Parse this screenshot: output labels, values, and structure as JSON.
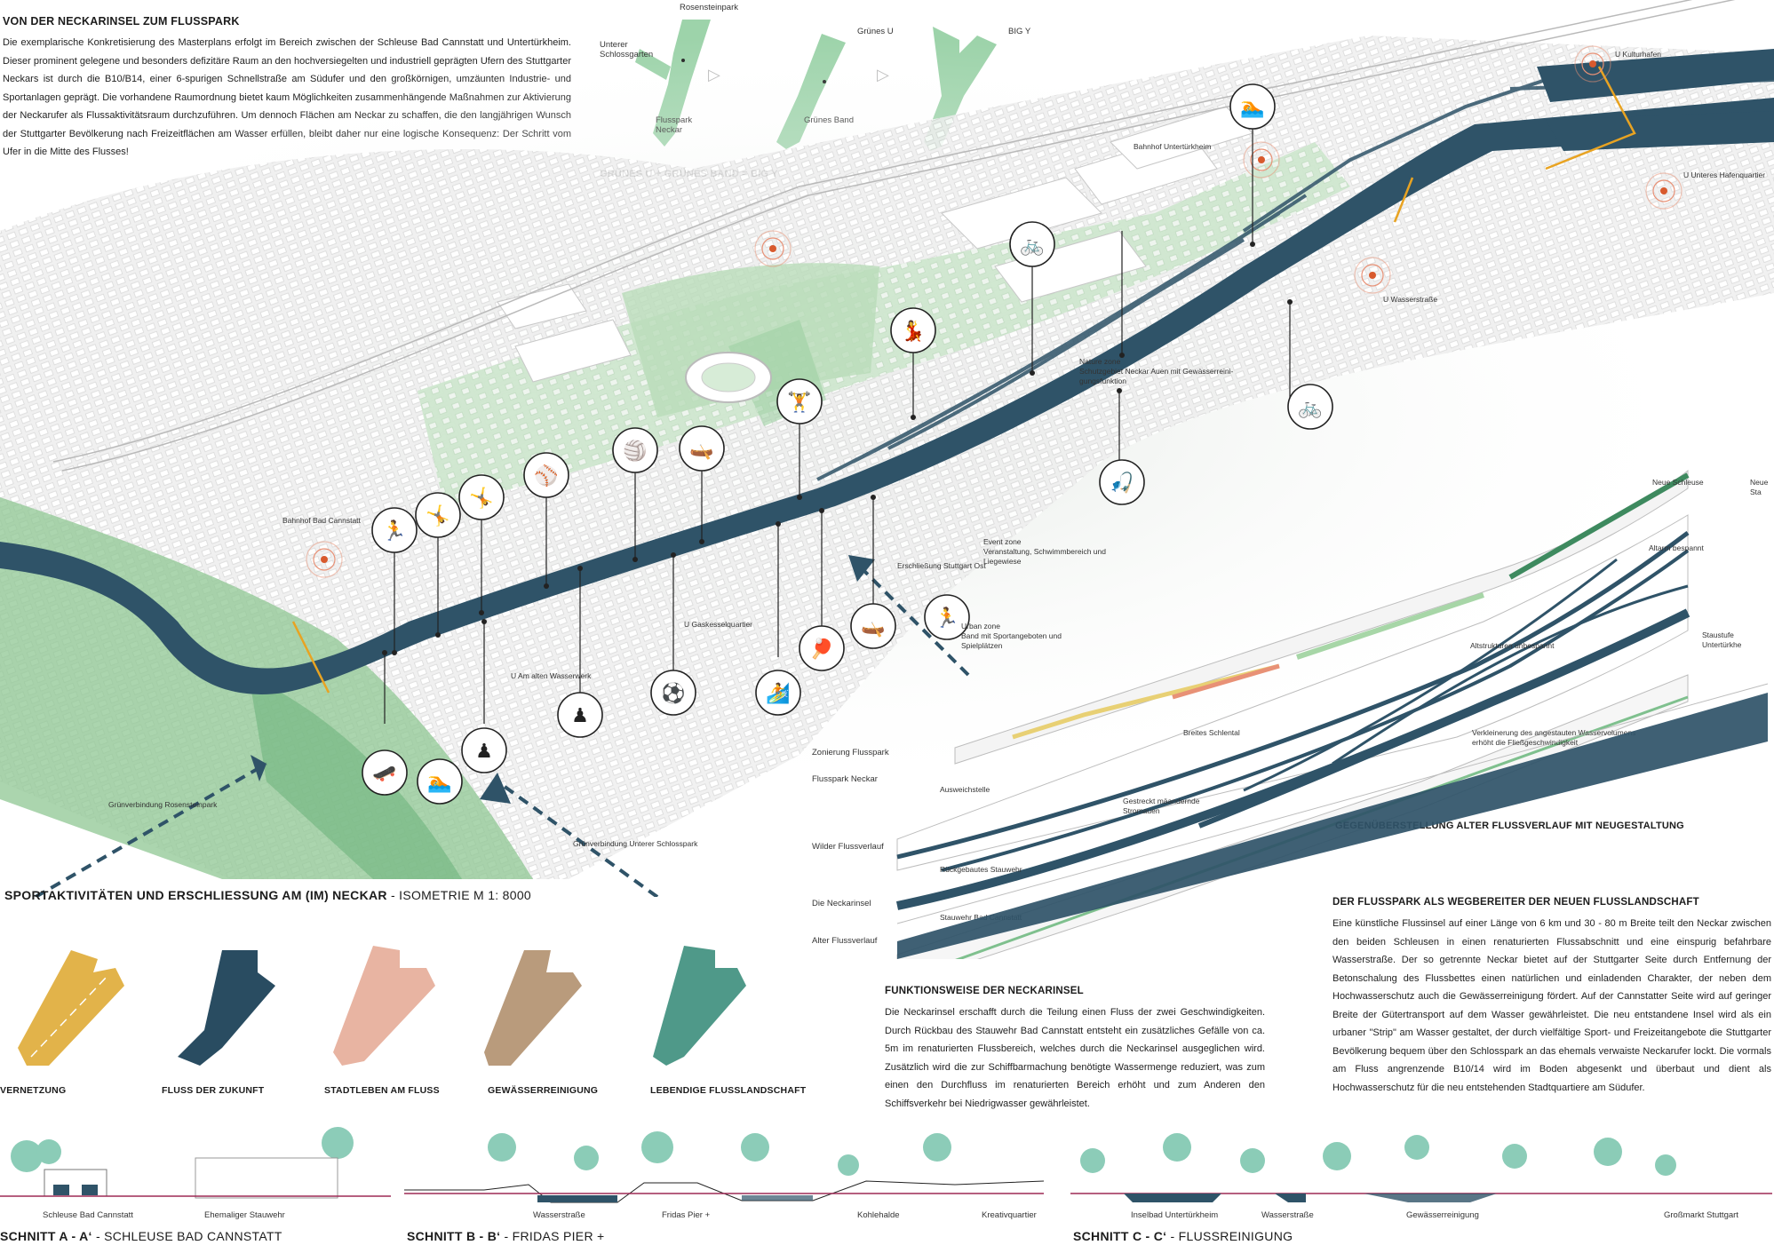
{
  "intro": {
    "title": "VON DER NECKARINSEL ZUM FLUSSPARK",
    "text": "Die exemplarische Konkretisierung des Masterplans erfolgt im Bereich zwischen der Schleuse Bad Cannstatt und Untertürkheim. Dieser prominent gelegene und besonders defizitäre Raum an den hochversiegelten und industriell geprägten Ufern des Stuttgarter Neckars ist durch die B10/B14, einer 6-spurigen Schnellstraße am Südufer und den großkörnigen, umzäunten Industrie- und Sportanlagen geprägt. Die vorhandene Raumordnung bietet kaum Möglichkeiten zusammenhängende Maßnahmen zur Aktivierung der Neckarufer als Flussaktivitätsraum durchzuführen. Um dennoch Flächen am Neckar zu schaffen, die den langjährigen Wunsch der Stuttgarter Bevölkerung nach Freizeitflächen am Wasser erfüllen, bleibt daher nur eine logische Konsequenz: Der Schritt vom Ufer in die Mitte des Flusses!"
  },
  "biy_diagram": {
    "caption": "GRÜNES U + GRÜNES BAND = BIG Y",
    "labels": {
      "rosensteinpark": "Rosensteinpark",
      "unterer_schlossgarten": "Unterer Schlossgarten",
      "flusspark_neckar": "Flusspark Neckar",
      "gruenes_u": "Grünes U",
      "gruenes_band": "Grünes Band",
      "big_y": "BIG Y"
    }
  },
  "map": {
    "title_bold": "SPORTAKTIVITÄTEN UND ERSCHLIESSUNG AM (IM) NECKAR",
    "title_rest": " - ISOMETRIE M 1: 8000",
    "labels": {
      "u_kulturhafen": "U Kulturhafen",
      "bahnhof_untertuerkheim": "Bahnhof Untertürkheim",
      "u_unteres_hafenquartier": "U Unteres Hafenquartier",
      "u_wasserstrasse": "U Wasserstraße",
      "bahnhof_bad_cannstatt": "Bahnhof Bad Cannstatt",
      "erschliessung_stuttgart_ost": "Erschließung Stuttgart Ost",
      "u_gaskesselquartier": "U Gaskesselquartier",
      "u_am_alten_wasserwerk": "U Am alten Wasserwerk",
      "gruenverbindung_rosensteinpark": "Grünverbindung Rosensteinpark",
      "gruenverbindung_unterer_schlosspark": "Grünverbindung Unterer Schlosspark"
    }
  },
  "layers": {
    "labels": {
      "zonierung": "Zonierung Flusspark",
      "flusspark_neckar": "Flusspark Neckar",
      "wilder_flussverlauf": "Wilder Flussverlauf",
      "die_neckarinsel": "Die Neckarinsel",
      "alter_flussverlauf": "Alter Flussverlauf",
      "nature_zone": "Nature zone\nSchutzgebiet Neckar Auen mit Gewässerreini-\ngungsfunktion",
      "event_zone": "Event zone\nVeranstaltung, Schwimmbereich und\nLiegewiese",
      "urban_zone": "Urban zone\nBand mit Sportangeboten und\nSpielplätzen",
      "neue_schleuse": "Neue Schleuse",
      "neue_sta": "Neue Sta",
      "altarm_bespannt": "Altarm bespannt",
      "staustufe": "Staustufe Untertürkhe",
      "altstrukturen": "Altstrukturen unbespannt",
      "breites_schlental": "Breites Schlental",
      "verkleinerung": "Verkleinerung des angestauten Wasservolumens\nerhöht die Fließgeschwindigkeit",
      "ausweichstelle": "Ausweichstelle",
      "gestreckt": "Gestreckt mäandernde\nStromauen",
      "rueckgebautes_stauwehr": "Rückgebautes Stauwehr",
      "stauwehr_bad_cannstatt": "Stauwehr Bad Cannstatt"
    },
    "caption": "GEGENÜBERSTELLUNG ALTER FLUSSVERLAUF MIT NEUGESTALTUNG"
  },
  "principles": [
    {
      "label": "VERNETZUNG",
      "color": "#e2b34a"
    },
    {
      "label": "FLUSS DER ZUKUNFT",
      "color": "#294c61"
    },
    {
      "label": "STADTLEBEN AM FLUSS",
      "color": "#e8b4a2"
    },
    {
      "label": "GEWÄSSERREINIGUNG",
      "color": "#b99b7c"
    },
    {
      "label": "LEBENDIGE FLUSSLANDSCHAFT",
      "color": "#4f9989"
    }
  ],
  "funktionsweise": {
    "title": "FUNKTIONSWEISE DER NECKARINSEL",
    "text": "Die Neckarinsel erschafft durch die Teilung einen Fluss der zwei Geschwindigkeiten. Durch Rückbau des Stauwehr Bad Cannstatt entsteht ein zusätzliches Gefälle von ca. 5m im renaturierten Flussbereich, welches durch die Neckarinsel ausgeglichen wird. Zusätzlich wird die zur Schiffbarmachung benötigte Wassermenge reduziert, was zum einen den Durchfluss im renaturierten Bereich erhöht und zum Anderen den Schiffsverkehr bei Niedrigwasser gewährleistet."
  },
  "flusspark": {
    "title": "DER FLUSSPARK ALS WEGBEREITER DER NEUEN FLUSSLANDSCHAFT",
    "text": "Eine künstliche Flussinsel auf einer Länge von 6 km und 30 - 80 m Breite teilt den Neckar zwischen den beiden Schleusen in einen renaturierten Flussabschnitt und eine einspurig befahrbare Wasserstraße. Der so getrennte Neckar bietet auf der Stuttgarter Seite durch Entfernung der Betonschalung des Flussbettes einen natürlichen und einladenden Charakter, der neben dem Hochwasserschutz auch die Gewässerreinigung fördert. Auf der Cannstatter Seite wird auf geringer Breite der Gütertransport auf dem Wasser gewährleistet. Die neu entstandene Insel wird als ein urbaner \"Strip\" am Wasser gestaltet, der durch vielfältige Sport- und Freizeitangebote die Stuttgarter Bevölkerung bequem über den Schlosspark an das ehemals verwaiste Neckarufer lockt. Die vormals am Fluss angrenzende B10/14 wird im Boden abgesenkt und überbaut und dient als Hochwasserschutz für die neu entstehenden Stadtquartiere am Südufer."
  },
  "sections": [
    {
      "title_bold": "SCHNITT A - A‘",
      "title_rest": " - SCHLEUSE BAD CANNSTATT",
      "labels": [
        "Schleuse Bad Cannstatt",
        "Ehemaliger Stauwehr"
      ]
    },
    {
      "title_bold": "SCHNITT B - B‘",
      "title_rest": " - FRIDAS PIER  +",
      "labels": [
        "Wasserstraße",
        "Fridas Pier +",
        "Kohlehalde",
        "Kreativquartier"
      ]
    },
    {
      "title_bold": "SCHNITT C - C‘",
      "title_rest": " - FLUSSREINIGUNG",
      "labels": [
        "Inselbad Untertürkheim",
        "Wasserstraße",
        "Gewässerreinigung",
        "Großmarkt Stuttgart"
      ]
    }
  ],
  "colors": {
    "river": "#2c4f63",
    "green": "#8cc79a",
    "accent": "#e8a322",
    "section_line": "#9e2a55"
  }
}
